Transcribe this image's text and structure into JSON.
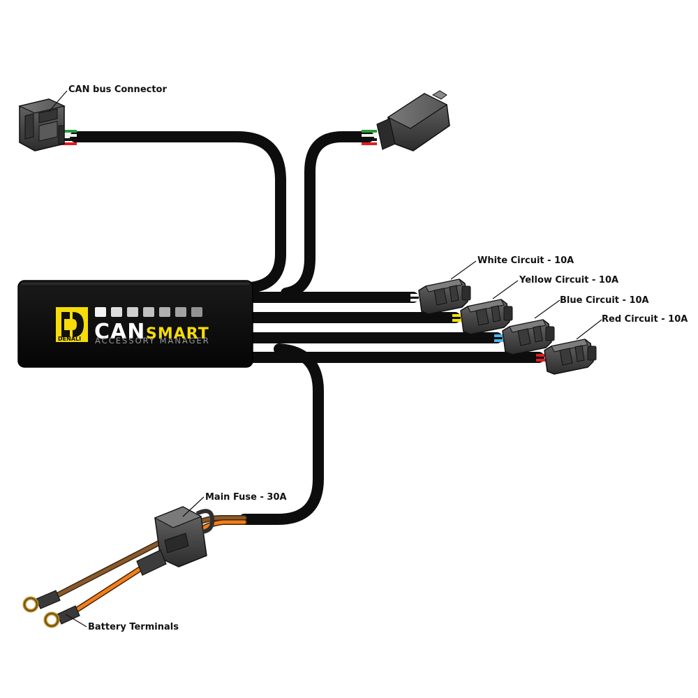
{
  "labels": {
    "can_bus_connector": "CAN bus Connector",
    "white_circuit": "White Circuit - 10A",
    "yellow_circuit": "Yellow Circuit - 10A",
    "blue_circuit": "Blue Circuit - 10A",
    "red_circuit": "Red Circuit - 10A",
    "main_fuse": "Main Fuse - 30A",
    "battery_terminals": "Battery Terminals"
  },
  "module": {
    "logo_text": "DENALI",
    "brand_can": "CAN",
    "brand_smart": "SMART",
    "subtitle": "ACCESSORY MANAGER"
  },
  "colors": {
    "cable": "#0d0d0d",
    "connector": "#444444",
    "brand_yellow": "#f5dc0a",
    "wire_white": "#f2f2f2",
    "wire_yellow": "#f4e400",
    "wire_blue": "#49b6f0",
    "wire_red": "#e31b23",
    "wire_green": "#2a9a3c",
    "wire_brown": "#8a5a2b",
    "wire_orange": "#f07f1c"
  },
  "icons": {
    "can_bus_connector": "can-bus-connector-icon",
    "can_pass_connector": "can-pass-through-connector-icon",
    "circuit_connector": "circuit-connector-icon",
    "fuse_holder": "fuse-holder-icon",
    "ring_terminal": "ring-terminal-icon",
    "logo": "denali-logo-icon"
  }
}
